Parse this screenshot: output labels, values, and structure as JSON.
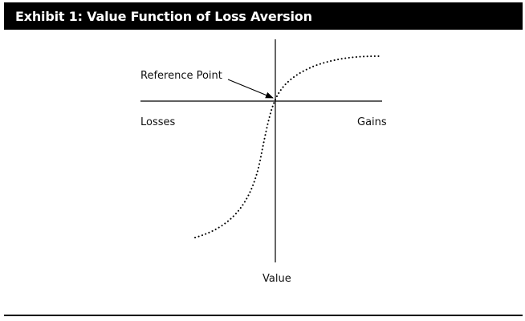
{
  "header": {
    "title": "Exhibit 1: Value Function of Loss Aversion"
  },
  "diagram": {
    "labels": {
      "reference_point": "Reference Point",
      "losses": "Losses",
      "gains": "Gains",
      "value": "Value"
    },
    "colors": {
      "header_background": "#000000",
      "header_text": "#ffffff",
      "lines": "#000000"
    }
  }
}
